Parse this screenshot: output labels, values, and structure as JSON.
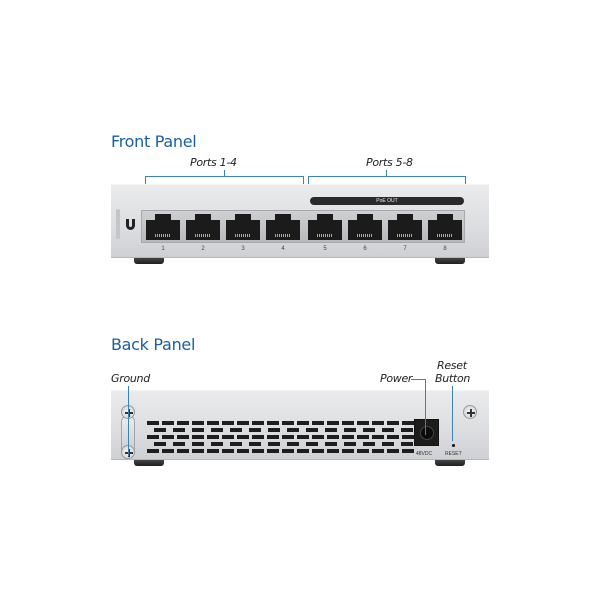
{
  "front_panel": {
    "title": "Front Panel",
    "group_left_label": "Ports 1-4",
    "group_right_label": "Ports 5-8",
    "poe_label": "PoE OUT",
    "logo": "ubiquiti-u-logo",
    "ports": [
      "1",
      "2",
      "3",
      "4",
      "5",
      "6",
      "7",
      "8"
    ]
  },
  "back_panel": {
    "title": "Back Panel",
    "ground_label": "Ground",
    "power_label": "Power",
    "reset_label_line1": "Reset",
    "reset_label_line2": "Button",
    "power_port_text": "48VDC",
    "reset_text": "RESET"
  },
  "colors": {
    "title_blue": "#1b5fa0",
    "callout_line": "#3a82b8",
    "chassis": "#dcdde0"
  }
}
